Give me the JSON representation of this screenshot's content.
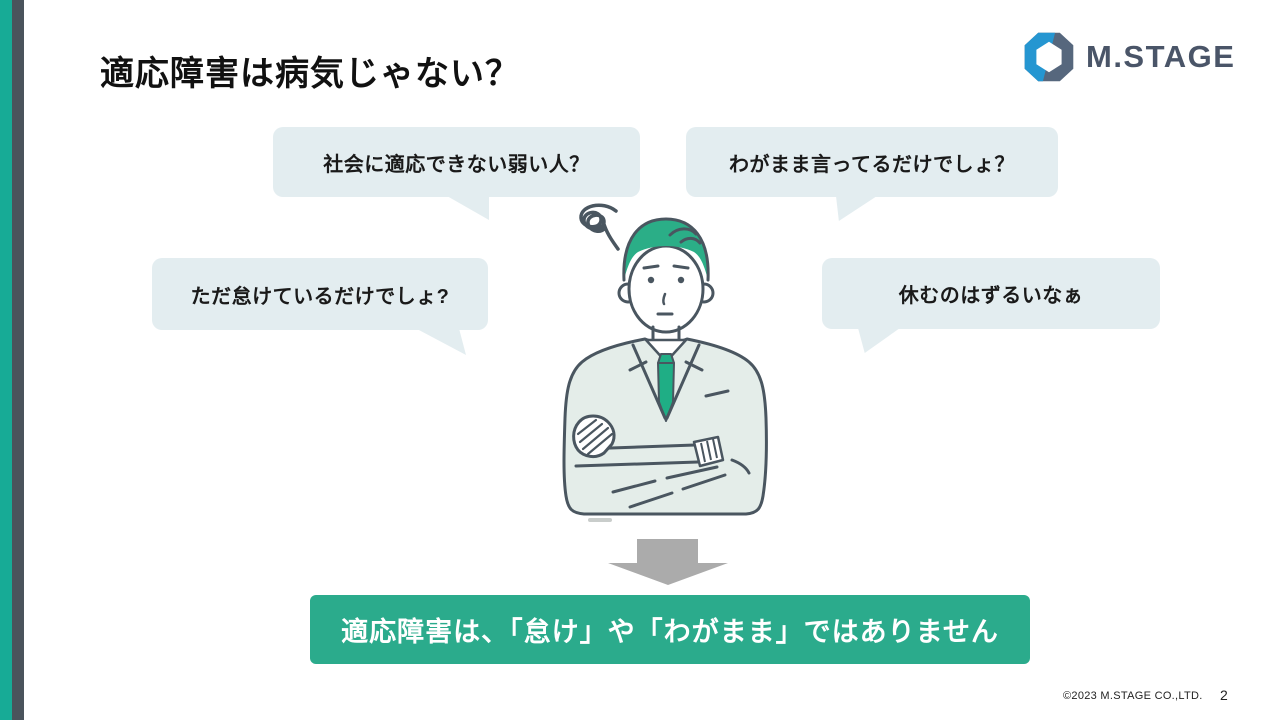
{
  "slide": {
    "title": "適応障害は病気じゃない？",
    "footer": "©2023 M.STAGE CO.,LTD.",
    "page_number": "2"
  },
  "logo": {
    "text": "M.STAGE",
    "icon": "mstage-hexagon-logo-icon"
  },
  "speech_bubbles": [
    {
      "text": "社会に適応できない弱い人？"
    },
    {
      "text": "わがまま言ってるだけでしょ？"
    },
    {
      "text": "ただ怠けているだけでしょ?"
    },
    {
      "text": "休むのはずるいなぁ"
    }
  ],
  "conclusion_banner": {
    "text": "適応障害は、「怠け」や「わがまま」ではありません"
  },
  "icons": {
    "scribble": "frustration-scribble-icon",
    "illustration": "worried-businessman-arms-crossed",
    "arrow": "down-arrow-icon"
  },
  "colors": {
    "accent_teal": "#17AB96",
    "sidebar_slate": "#4A545C",
    "bubble_background": "#E3EDF0",
    "banner_green": "#2BAB8C",
    "illustration_green": "#2BAE87",
    "suit_gray_green": "#E4EDE9",
    "outline_slate": "#4A5660",
    "arrow_gray": "#ABABAB",
    "logo_blue": "#2596D1",
    "logo_slate": "#56677D"
  }
}
